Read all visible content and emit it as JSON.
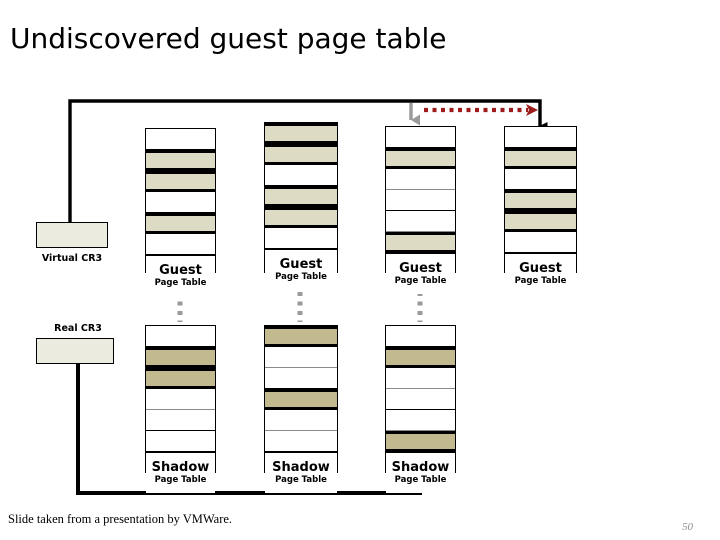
{
  "slide": {
    "title": "Undiscovered guest page table",
    "footnote": "Slide taken from a presentation by VMWare.",
    "page_number": "50"
  },
  "colors": {
    "guest_entry": "#dedbc5",
    "shadow_entry": "#c3b98f",
    "cr3_box": "#ecebe0",
    "red_arrow": "#9e1b1b",
    "gray_arrow": "#9a9a9a",
    "black": "#000000"
  },
  "registers": [
    {
      "id": "virtual-cr3",
      "label": "Virtual CR3",
      "label_position": "below"
    },
    {
      "id": "real-cr3",
      "label": "Real CR3",
      "label_position": "above"
    }
  ],
  "guest_tables": [
    {
      "id": "guest-1",
      "title": "Guest",
      "subtitle": "Page Table",
      "entries": [
        "white",
        "tan",
        "tan",
        "white",
        "tan",
        "white"
      ],
      "incoming_arrow": "none"
    },
    {
      "id": "guest-2",
      "title": "Guest",
      "subtitle": "Page Table",
      "entries": [
        "tan",
        "tan",
        "white",
        "tan",
        "tan",
        "white"
      ],
      "incoming_arrow": "none"
    },
    {
      "id": "guest-3",
      "title": "Guest",
      "subtitle": "Page Table",
      "entries": [
        "white",
        "tan",
        "white",
        "white",
        "white",
        "tan"
      ],
      "incoming_arrow": "gray-down"
    },
    {
      "id": "guest-4",
      "title": "Guest",
      "subtitle": "Page Table",
      "entries": [
        "white",
        "tan",
        "white",
        "tan",
        "tan",
        "white"
      ],
      "incoming_arrow": "black-down"
    }
  ],
  "shadow_tables": [
    {
      "id": "shadow-1",
      "title": "Shadow",
      "subtitle": "Page Table",
      "entries": [
        "white",
        "dark",
        "dark",
        "white",
        "white",
        "white"
      ]
    },
    {
      "id": "shadow-2",
      "title": "Shadow",
      "subtitle": "Page Table",
      "entries": [
        "dark",
        "white",
        "white",
        "dark",
        "white",
        "white"
      ]
    },
    {
      "id": "shadow-3",
      "title": "Shadow",
      "subtitle": "Page Table",
      "entries": [
        "white",
        "dark",
        "white",
        "white",
        "white",
        "dark"
      ]
    }
  ],
  "connectors": [
    {
      "id": "virtual-cr3-to-guest-4",
      "style": "solid-black"
    },
    {
      "id": "real-cr3-to-shadow-3",
      "style": "solid-black-arrow"
    },
    {
      "id": "guest-1-to-shadow-1",
      "style": "gray-dotted"
    },
    {
      "id": "guest-2-to-shadow-2",
      "style": "gray-dotted"
    },
    {
      "id": "guest-3-to-shadow-3",
      "style": "gray-dotted"
    },
    {
      "id": "guest-3-to-guest-4-dotted",
      "style": "red-dotted-arrow"
    }
  ]
}
